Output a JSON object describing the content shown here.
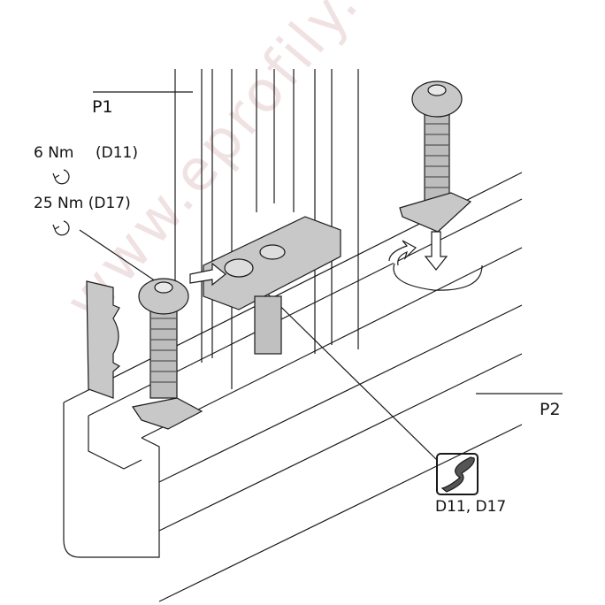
{
  "labels": {
    "p1": "P1",
    "p2": "P2",
    "torque_small_value": "6 Nm",
    "torque_small_ref": "(D11)",
    "torque_large": "25 Nm (D17)",
    "drill_refs": "D11, D17"
  },
  "watermark": "www.eprofily.cz",
  "icons": [
    "rotate-ccw-icon",
    "rotate-ccw-icon",
    "drill-bit-icon",
    "push-arrow-icon",
    "rotation-arrow-icon",
    "down-arrow-icon"
  ],
  "colors": {
    "part_fill": "#c8c8c8",
    "line": "#1a1a1a",
    "watermark": "#f0e2e2"
  }
}
